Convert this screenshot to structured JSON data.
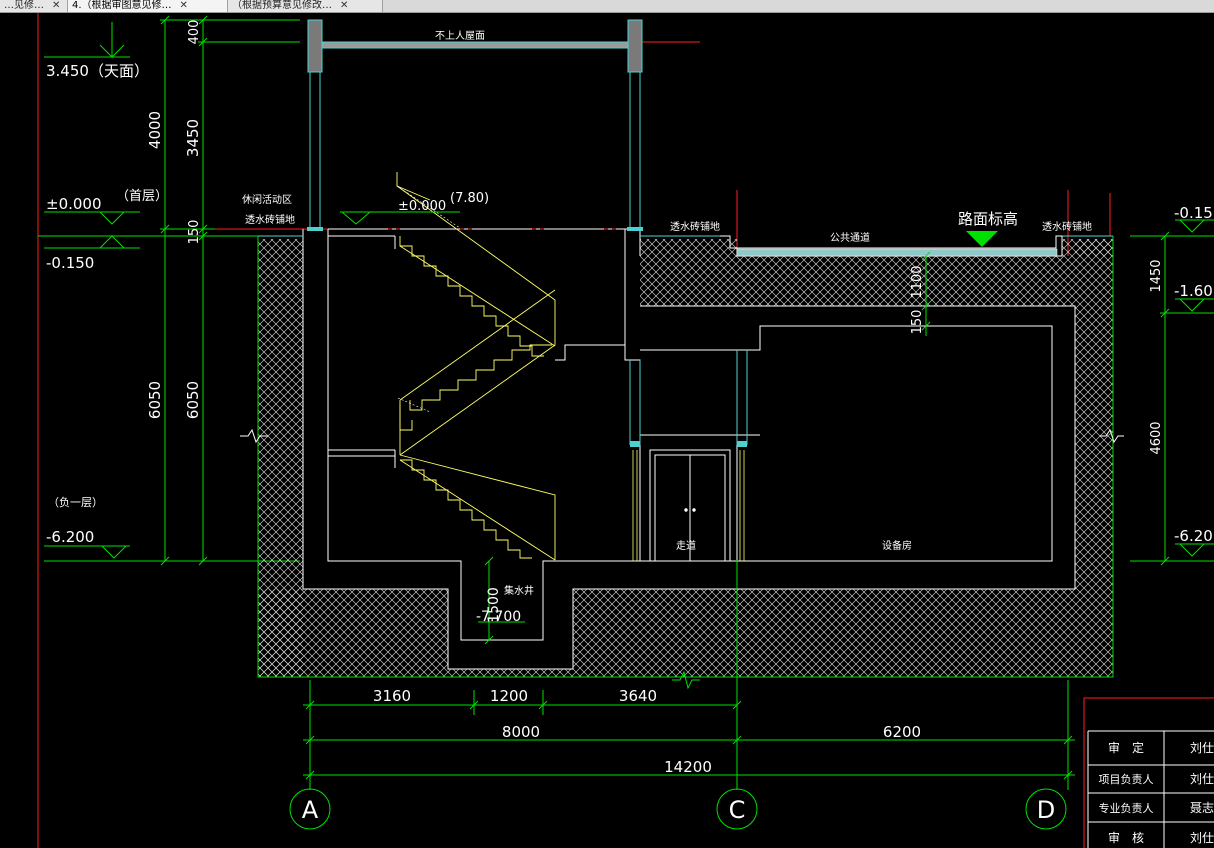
{
  "tabs": [
    {
      "label": "…见修…",
      "close": "✕"
    },
    {
      "label": "4.（根据审图意见修…",
      "close": "✕"
    },
    {
      "label": "（根据预算意见修改…",
      "close": "✕"
    }
  ],
  "elevations": {
    "e1": "3.450（天面）",
    "e2": "±0.000",
    "e2_note": "（首层）",
    "e3": "-0.150",
    "e4_note": "（负一层）",
    "e4": "-6.200",
    "r1": "-0.15",
    "r2": "-1.60",
    "r3": "-6.20"
  },
  "vertical_dims": {
    "d400": "400",
    "d4000": "4000",
    "d3450": "3450",
    "d150": "150",
    "d6050a": "6050",
    "d6050b": "6050",
    "d1100": "1100",
    "d150b": "150",
    "d1450": "1450",
    "d4600": "4600",
    "d1500": "1500"
  },
  "labels": {
    "roof": "不上人屋面",
    "leisure": "休闲活动区",
    "paving_l": "透水砖铺地",
    "stair_elev": "±0.000",
    "stair_note": "(7.80)",
    "paving_m": "透水砖铺地",
    "public": "公共通道",
    "road_level": "路面标高",
    "paving_r": "透水砖铺地",
    "corridor": "走道",
    "equipment": "设备房",
    "sump": "集水井",
    "sump_elev": "-7.700"
  },
  "horizontal_dims": {
    "h3160": "3160",
    "h1200": "1200",
    "h3640": "3640",
    "h8000": "8000",
    "h6200": "6200",
    "h14200": "14200"
  },
  "axes": {
    "a": "A",
    "c": "C",
    "d": "D"
  },
  "title_block": {
    "r1_label": "审　定",
    "r1_val": "刘仕锦",
    "r2_label": "项目负责人",
    "r2_val": "刘仕锦",
    "r3_label": "专业负责人",
    "r3_val": "聂志伟",
    "r4_label": "审　核",
    "r4_val": "刘仕锦"
  },
  "colors": {
    "cad_bg": "#000000",
    "wall": "#ffffff",
    "dim": "#00ff00",
    "stair": "#ffff66",
    "cyan": "#4fd0d0",
    "red": "#ff2020",
    "marker": "#00e000"
  }
}
